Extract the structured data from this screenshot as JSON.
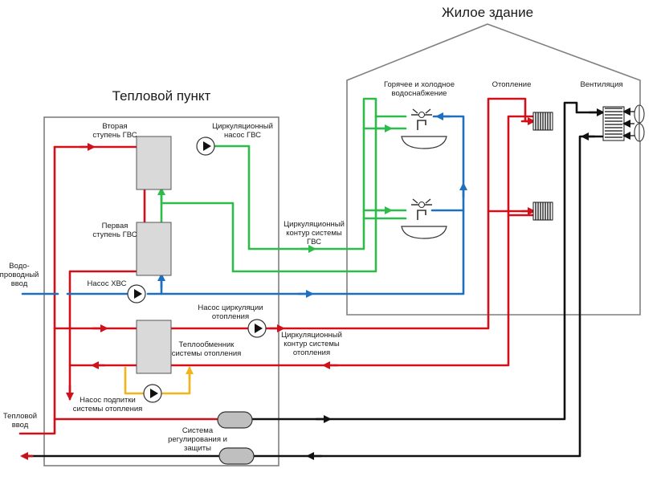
{
  "titles": {
    "building": "Жилое здание",
    "substation": "Тепловой пункт"
  },
  "labels": {
    "hot_cold_water": [
      "Горячее и холодное",
      "водоснабжение"
    ],
    "heating": [
      "Отопление"
    ],
    "ventilation": [
      "Вентиляция"
    ],
    "second_stage": [
      "Вторая",
      "ступень ГВС"
    ],
    "first_stage": [
      "Первая",
      "ступень ГВС"
    ],
    "dhw_circ_pump": [
      "Циркуляционный",
      "насос ГВС"
    ],
    "dhw_circ_loop": [
      "Циркуляционный",
      "контур системы",
      "ГВС"
    ],
    "water_inlet": [
      "Водо-",
      "проводный",
      "ввод"
    ],
    "cold_pump": [
      "Насос ХВС"
    ],
    "heating_circ_pump": [
      "Насос циркуляции",
      "отопления"
    ],
    "heating_hx": [
      "Теплообменник",
      "системы отопления"
    ],
    "heating_circ_loop": [
      "Циркуляционный",
      "контур системы",
      "отопления"
    ],
    "makeup_pump": [
      "Насос подпитки",
      "системы отопления"
    ],
    "heat_inlet": [
      "Тепловой",
      "ввод"
    ],
    "regulation": [
      "Система",
      "регулирования и",
      "защиты"
    ]
  },
  "colors": {
    "supply": "#d0101a",
    "dhw": "#2dbb4a",
    "cold_water": "#1f6fc1",
    "return": "#111111",
    "makeup": "#f2b41c",
    "outline": "#7f7f7f"
  }
}
